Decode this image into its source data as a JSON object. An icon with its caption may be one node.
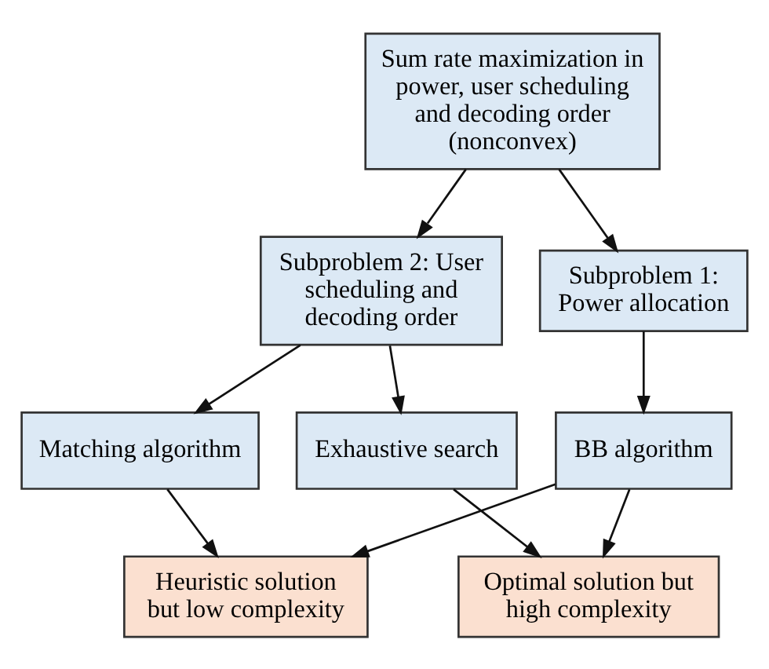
{
  "diagram": {
    "nodes": [
      {
        "text": [
          "Sum rate maximization in power, user scheduling and decoding order (nonconvex)"
        ]
      },
      {
        "text": [
          "Subproblem 1: Power allocation"
        ]
      },
      {
        "text": [
          "Subproblem 2: User scheduling and decoding order"
        ]
      },
      {
        "text": [
          "BB algorithm"
        ]
      },
      {
        "text": [
          "Exhaustive search"
        ]
      },
      {
        "text": [
          "Matching algorithm"
        ]
      },
      {
        "text": [
          "Optimal solution but high complexity"
        ]
      },
      {
        "text": [
          "Heuristic solution but low complexity"
        ]
      }
    ],
    "edges": [
      {
        "from": 0,
        "to": 1,
        "arrow": "to"
      },
      {
        "from": 0,
        "to": 2,
        "arrow": "to"
      },
      {
        "from": 1,
        "to": 3,
        "arrow": "to"
      },
      {
        "from": 2,
        "to": 4,
        "arrow": "to"
      },
      {
        "from": 2,
        "to": 5,
        "arrow": "to"
      },
      {
        "from": 3,
        "to": 6,
        "arrow": "to"
      },
      {
        "from": 3,
        "to": 7,
        "arrow": "to"
      },
      {
        "from": 4,
        "to": 6,
        "arrow": "to"
      },
      {
        "from": 5,
        "to": 7,
        "arrow": "to"
      }
    ]
  }
}
